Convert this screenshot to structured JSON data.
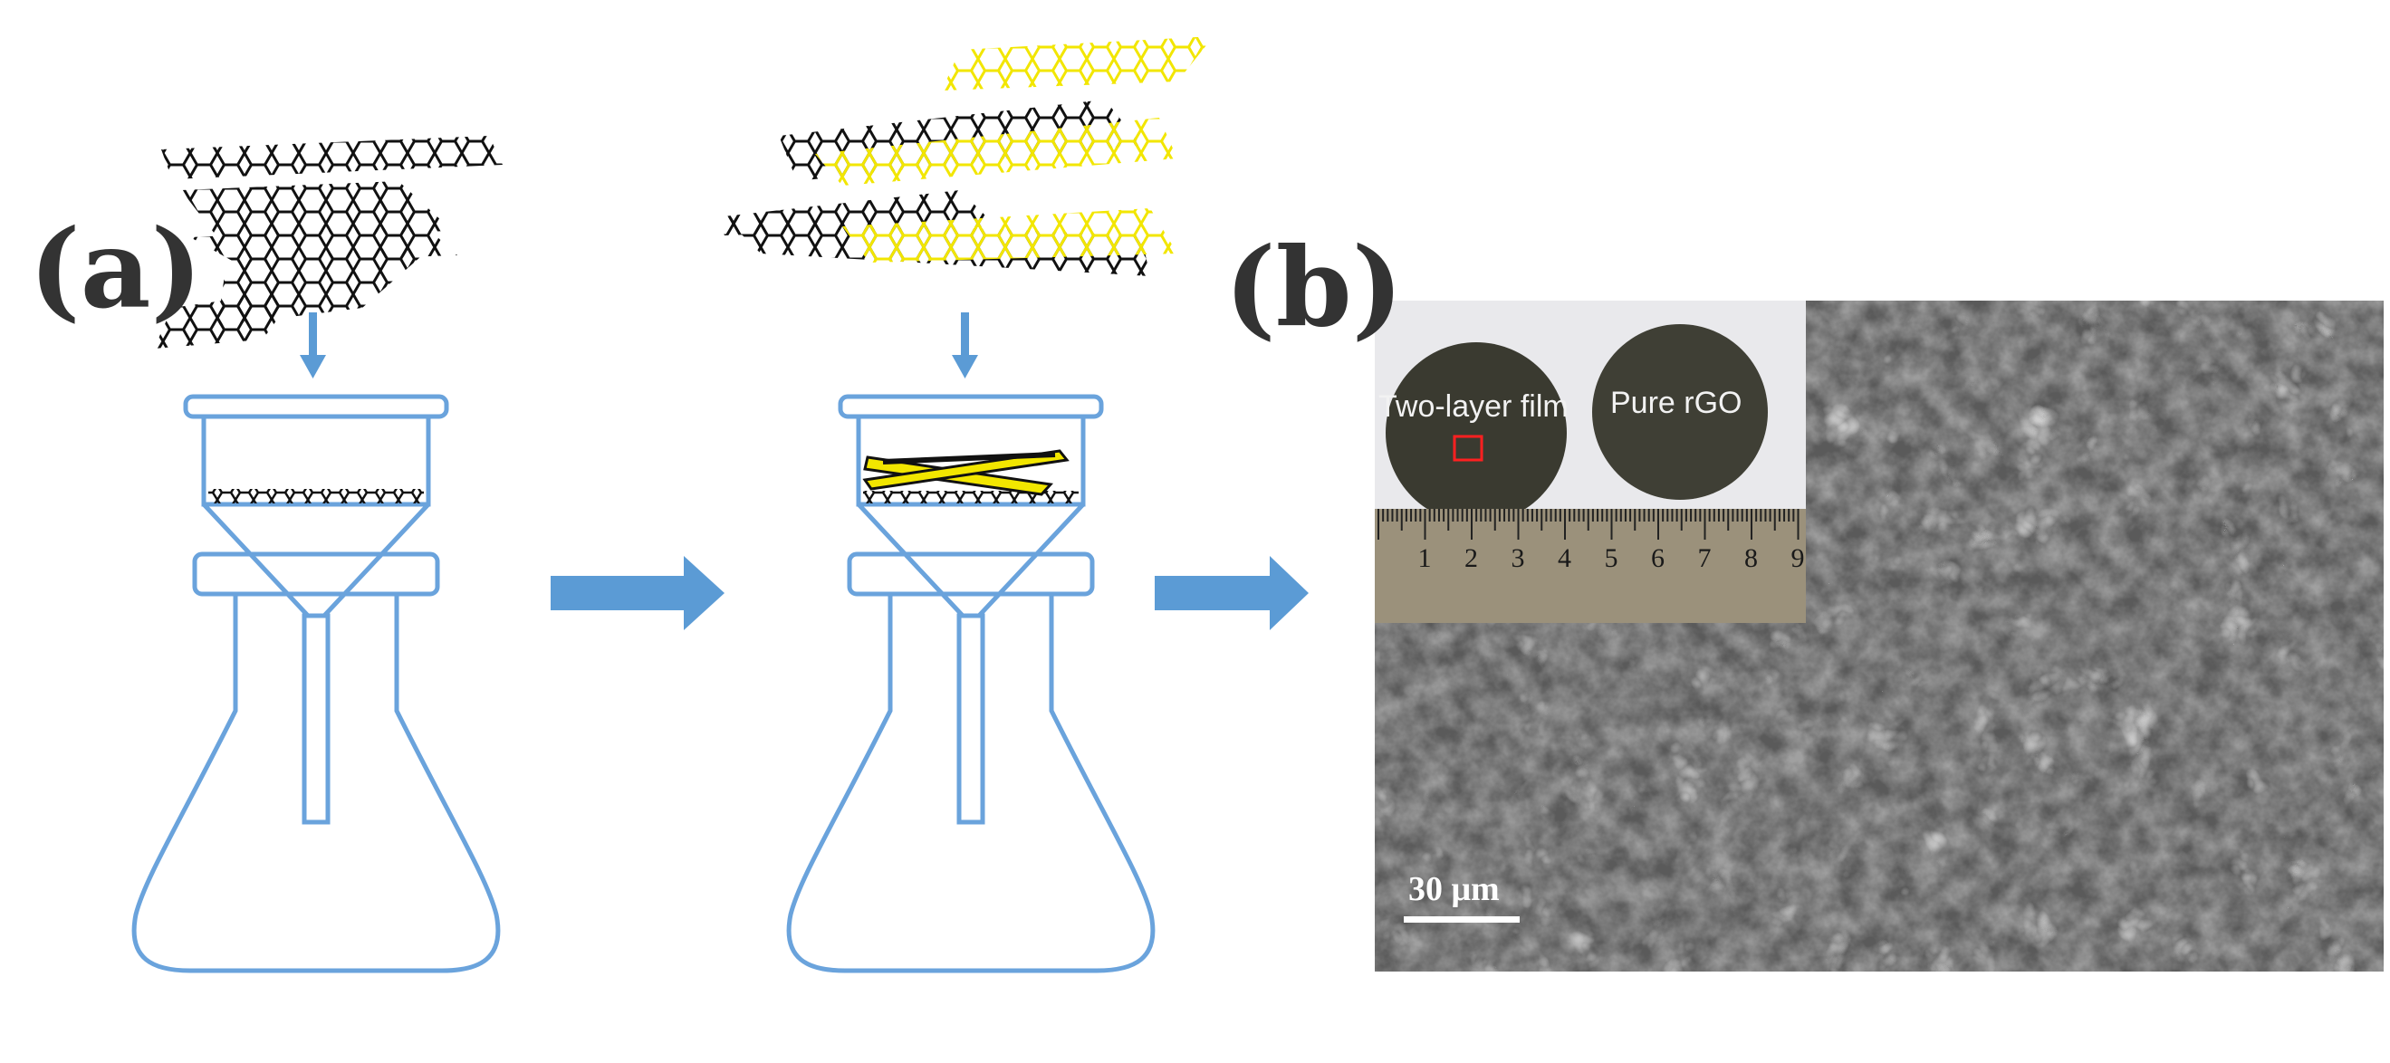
{
  "figure": {
    "panel_a_label": "(a)",
    "panel_b_label": "(b)"
  },
  "inset": {
    "left_film_label": "Two-layer film",
    "right_film_label": "Pure rGO",
    "ruler_numbers": [
      "1",
      "2",
      "3",
      "4",
      "5",
      "6",
      "7",
      "8",
      "9"
    ]
  },
  "scale_bar": {
    "label": "30 μm"
  },
  "colors": {
    "flask_outline": "#6aa3dc",
    "arrow": "#5b9bd5",
    "graphene": "#111111",
    "second_layer": "#f2e600",
    "sem_background": "#5a5a5a",
    "inset_background": "#e9e9ec",
    "highlight_box": "#ff2020"
  }
}
